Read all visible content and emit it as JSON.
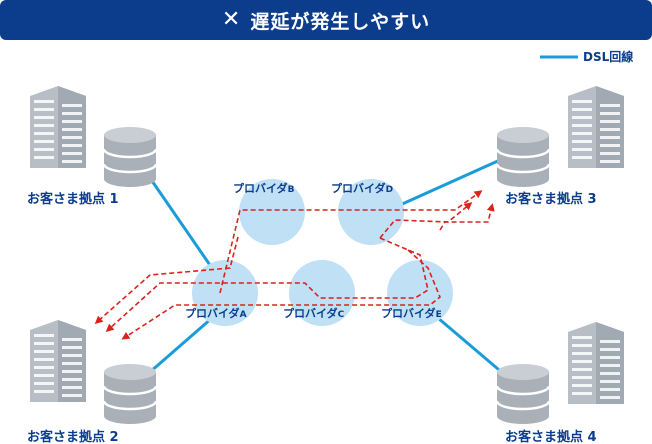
{
  "banner": {
    "icon": "cross-icon",
    "title": "遅延が発生しやすい",
    "bg_color": "#0b3d8c"
  },
  "legend": {
    "label": "DSL回線",
    "line_color": "#1a9cd8"
  },
  "sites": [
    {
      "label": "お客さま拠点 1"
    },
    {
      "label": "お客さま拠点 2"
    },
    {
      "label": "お客さま拠点 3"
    },
    {
      "label": "お客さま拠点 4"
    }
  ],
  "providers": [
    {
      "label": "プロバイダA",
      "base": "プロバイダ",
      "suffix": "A"
    },
    {
      "label": "プロバイダB",
      "base": "プロバイダ",
      "suffix": "B"
    },
    {
      "label": "プロバイダC",
      "base": "プロバイダ",
      "suffix": "C"
    },
    {
      "label": "プロバイダD",
      "base": "プロバイダ",
      "suffix": "D"
    },
    {
      "label": "プロバイダE",
      "base": "プロバイダ",
      "suffix": "E"
    }
  ],
  "colors": {
    "provider_circle": "#bfe0f5",
    "route_dashed": "#d9231d",
    "building": "#b0b7bf",
    "server": "#9aa2aa"
  }
}
